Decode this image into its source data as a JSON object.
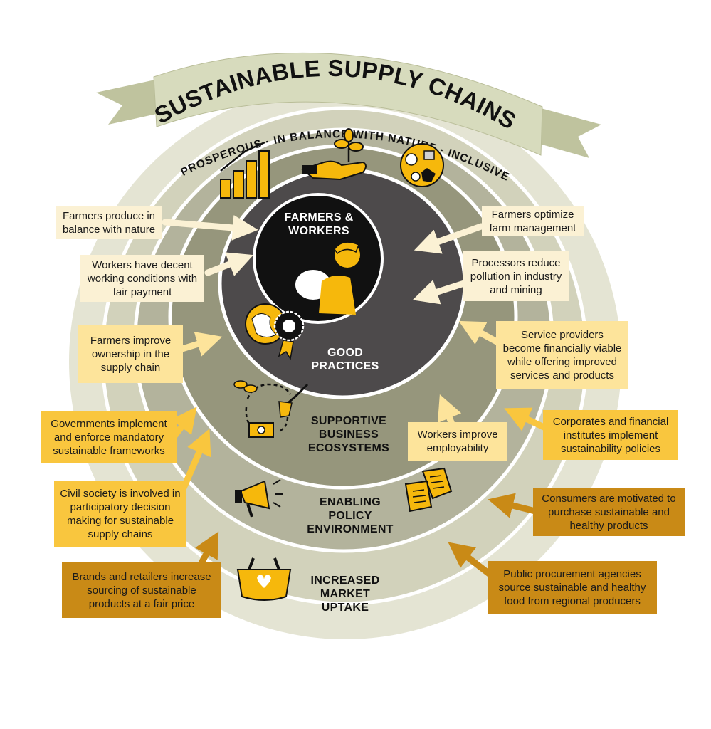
{
  "title": "SUSTAINABLE SUPPLY CHAINS",
  "subtitle": "PROSPEROUS · IN BALANCE WITH NATURE · INCLUSIVE",
  "colors": {
    "ring_outer": "#e4e4d3",
    "ring_market": "#d2d2bb",
    "ring_policy": "#b3b39c",
    "ring_ecosystem": "#96967c",
    "ring_practices": "#4d4a4b",
    "core": "#111111",
    "accent": "#f6b80c",
    "banner": "#d7dbbd"
  },
  "icons": [
    "chart-icon",
    "hand-plant-icon",
    "shapes-icon",
    "globe-icon",
    "medal-icon",
    "cycle-icon",
    "megaphone-icon",
    "documents-icon",
    "basket-icon",
    "farmer-icon"
  ],
  "layers": {
    "core": "FARMERS &\nWORKERS",
    "practices": "GOOD\nPRACTICES",
    "ecosystems": "SUPPORTIVE\nBUSINESS\nECOSYSTEMS",
    "policy": "ENABLING\nPOLICY\nENVIRONMENT",
    "market": "INCREASED\nMARKET\nUPTAKE"
  },
  "boxes": {
    "farmers_nature": "Farmers produce in balance with nature",
    "farmers_optimize": "Farmers optimize farm management",
    "workers_decent": "Workers have decent working conditions with fair payment",
    "processors_reduce": "Processors reduce pollution in industry and mining",
    "farmers_ownership": "Farmers improve ownership in the supply chain",
    "service_providers": "Service providers become financially viable while offering improved services and products",
    "governments": "Governments implement and enforce mandatory sustainable frameworks",
    "workers_employability": "Workers improve employability",
    "corporates": "Corporates and financial institutes implement sustainability policies",
    "civil_society": "Civil society is involved in participatory decision making for sustainable supply chains",
    "consumers": "Consumers are motivated to purchase sustainable and healthy products",
    "brands": "Brands and retailers increase sourcing of sustainable products at a fair price",
    "public_procurement": "Public procurement agencies source sustainable and healthy food from regional producers"
  }
}
